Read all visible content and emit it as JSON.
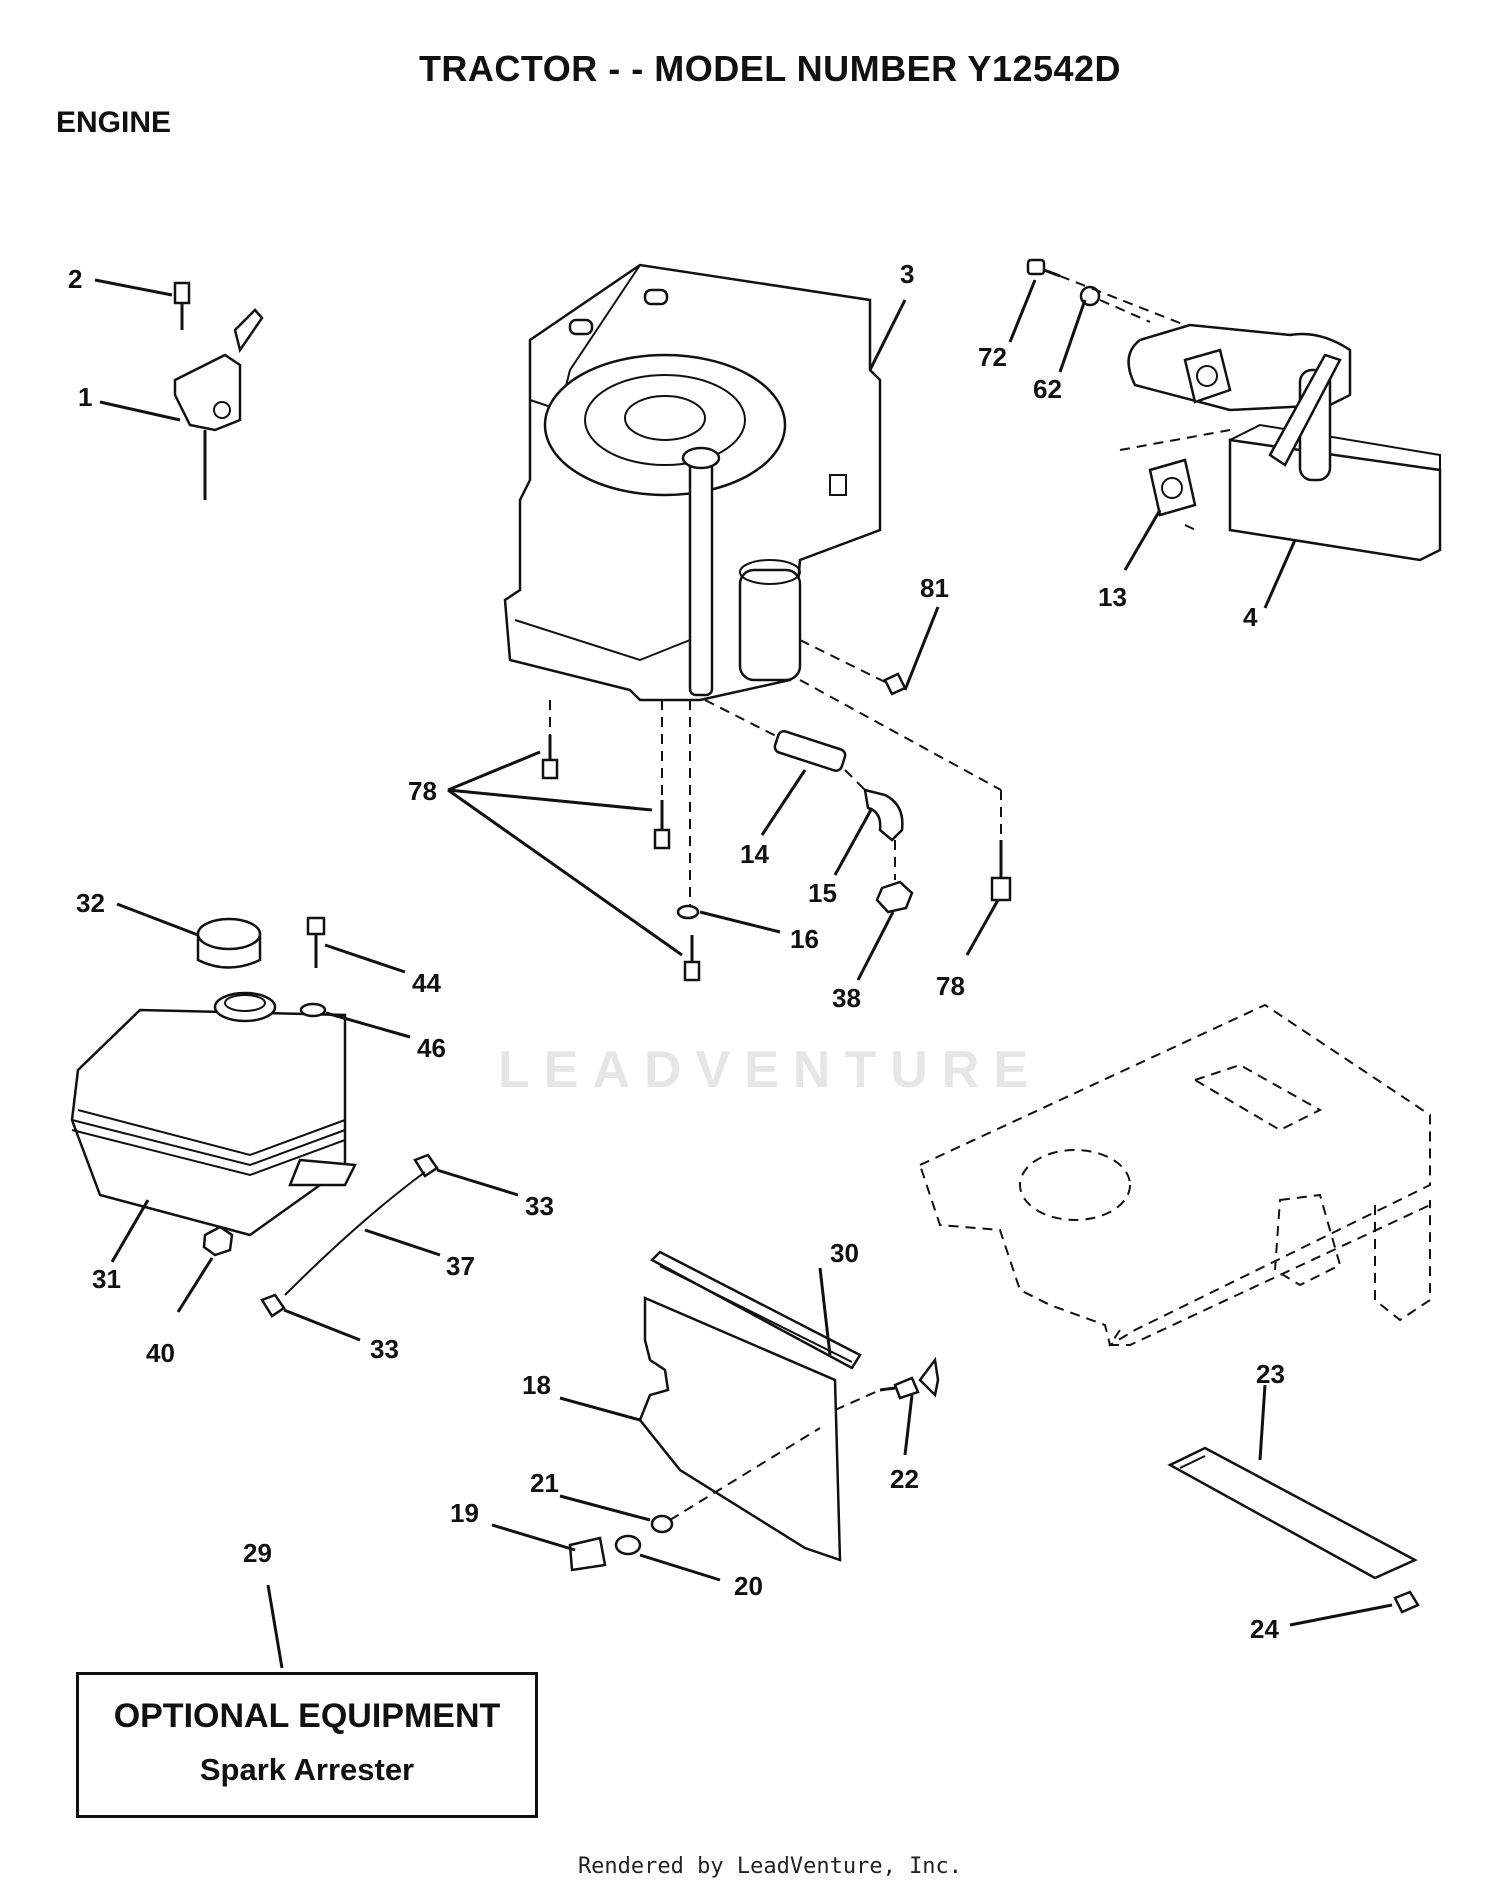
{
  "header": {
    "title": "TRACTOR - - MODEL NUMBER Y12542D",
    "section": "ENGINE"
  },
  "callouts": {
    "c1": "1",
    "c2": "2",
    "c3": "3",
    "c4": "4",
    "c13": "13",
    "c14": "14",
    "c15": "15",
    "c16": "16",
    "c18": "18",
    "c19": "19",
    "c20": "20",
    "c21": "21",
    "c22": "22",
    "c23": "23",
    "c24": "24",
    "c29": "29",
    "c30": "30",
    "c31": "31",
    "c32": "32",
    "c33a": "33",
    "c33b": "33",
    "c37": "37",
    "c38": "38",
    "c40": "40",
    "c44": "44",
    "c46": "46",
    "c62": "62",
    "c72": "72",
    "c78a": "78",
    "c78b": "78",
    "c81": "81"
  },
  "optional_box": {
    "line1": "OPTIONAL EQUIPMENT",
    "line2": "Spark Arrester"
  },
  "watermark": "LEADVENTURE",
  "footer": "Rendered by LeadVenture, Inc."
}
